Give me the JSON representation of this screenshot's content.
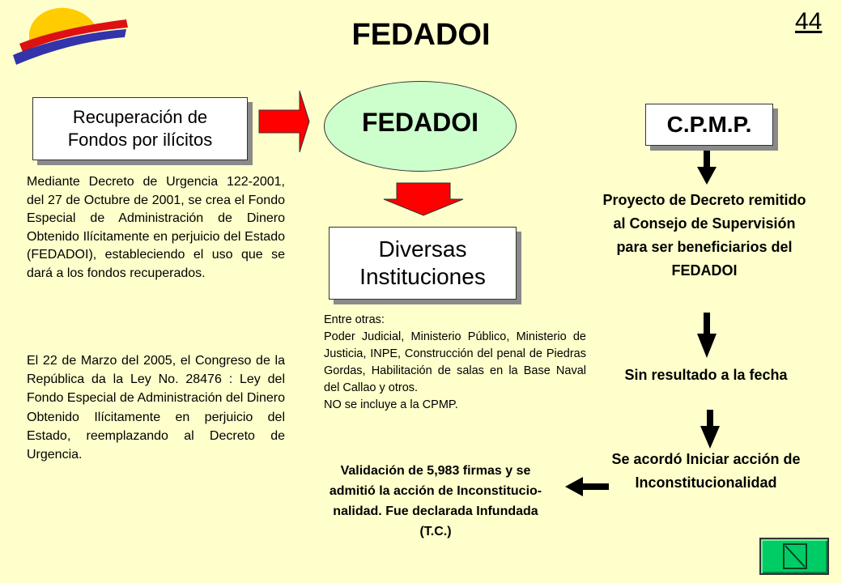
{
  "page_title": "FEDADOI",
  "page_number": "44",
  "nodes": {
    "recuperacion": [
      "Recuperación de",
      "Fondos por ilícitos"
    ],
    "fedadoi": "FEDADOI",
    "diversas": [
      "Diversas",
      "Instituciones"
    ],
    "cpmp": "C.P.M.P."
  },
  "paragraphs": {
    "decreto": "Mediante Decreto de Urgencia 122-2001, del 27 de Octubre de 2001, se crea el Fondo Especial de Administración de Dinero Obtenido Ilícitamente en perjuicio del Estado (FEDADOI), estableciendo el uso que se dará a los fondos recuperados.",
    "ley": "El 22 de Marzo del 2005, el Congreso de la República da la Ley No. 28476 : Ley del Fondo Especial de Administración del Dinero Obtenido Ilícitamente en perjuicio del Estado, reemplazando al Decreto de Urgencia."
  },
  "instituciones_note": {
    "heading": "Entre otras:",
    "body": "Poder Judicial, Ministerio Público, Ministerio de Justicia, INPE, Construcción del penal de Piedras Gordas, Habilitación de salas en la Base Naval del Callao y otros.",
    "footer": "NO se incluye a la CPMP."
  },
  "cpmp_steps": {
    "proyecto": "Proyecto de Decreto remitido al Consejo de Supervisión para ser beneficiarios del FEDADOI",
    "sin_resultado": "Sin resultado a la fecha",
    "acordo": "Se acordó Iniciar acción de Inconstitucionalidad",
    "validacion": "Validación de 5,983 firmas y se admitió la acción de Inconstitucio-nalidad.  Fue declarada Infundada (T.C.)"
  },
  "colors": {
    "background": "#ffffcc",
    "arrow_red": "#ff0000",
    "ellipse_fill": "#ccffcc",
    "nav_button": "#00cc66",
    "logo_yellow": "#ffcc00",
    "logo_red": "#dd1111",
    "logo_blue": "#3333aa"
  },
  "icons": {
    "logo": "sun-stripes-logo",
    "nav": "next-slide-icon"
  }
}
